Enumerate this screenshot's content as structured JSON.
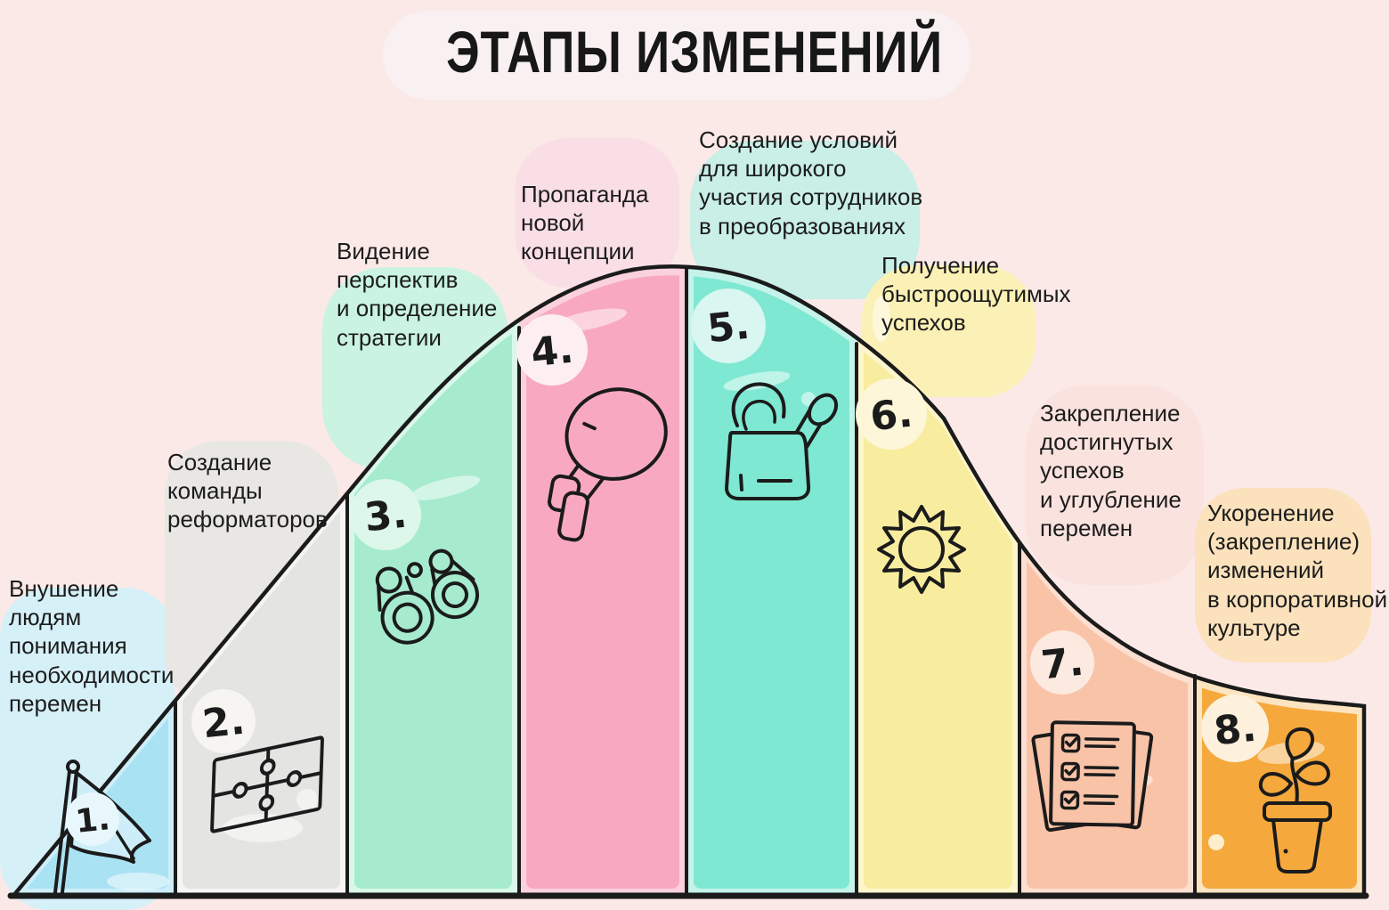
{
  "title": "ЭТАПЫ ИЗМЕНЕНИЙ",
  "background": "#fbe9e8",
  "outline_color": "#1b1b1b",
  "title_blob_color": "#f8f0f1",
  "stages": [
    {
      "number": "1.",
      "label": "Внушение\nлюдям\nпонимания\nнеобходимости\nперемен",
      "icon": "flag-icon",
      "color": "#a9e2f3",
      "light": "#cdeef9",
      "blob": "#d6f0f8",
      "badge": "#e7f7fc"
    },
    {
      "number": "2.",
      "label": "Создание\nкоманды\nреформаторов",
      "icon": "puzzle-icon",
      "color": "#e4e4e2",
      "light": "#f6f5f3",
      "blob": "#e9e7e4",
      "badge": "#f6f5f2"
    },
    {
      "number": "3.",
      "label": "Видение\nперспектив\nи определение\nстратегии",
      "icon": "binoculars-icon",
      "color": "#a6ebce",
      "light": "#d9f8ea",
      "blob": "#caf3e1",
      "badge": "#ddf7ea"
    },
    {
      "number": "4.",
      "label": "Пропаганда\nновой\nконцепции",
      "icon": "megaphone-icon",
      "color": "#f8a9c1",
      "light": "#fbd1dd",
      "blob": "#fadee6",
      "badge": "#fdeef2"
    },
    {
      "number": "5.",
      "label": "Создание условий\nдля широкого\nучастия сотрудников\nв преобразованиях",
      "icon": "watering-can-icon",
      "color": "#7fe8d2",
      "light": "#c5f3ea",
      "blob": "#c9efe7",
      "badge": "#d9f6f0"
    },
    {
      "number": "6.",
      "label": "Получение\nбыстроощутимых\nуспехов",
      "icon": "sun-icon",
      "color": "#f8ec9f",
      "light": "#fdf5cb",
      "blob": "#fbf0b6",
      "badge": "#fdf6d8"
    },
    {
      "number": "7.",
      "label": "Закрепление\nдостигнутых\nуспехов\nи углубление\nперемен",
      "icon": "checklist-icon",
      "color": "#f9c3a8",
      "light": "#fcdfd0",
      "blob": "#fae3de",
      "badge": "#fce9e0"
    },
    {
      "number": "8.",
      "label": "Укоренение\n(закрепление)\nизменений\nв корпоративной\nкультуре",
      "icon": "plant-icon",
      "color": "#f5a83c",
      "light": "#fce4c1",
      "blob": "#fbe2bc",
      "badge": "#fdf0dc"
    }
  ]
}
